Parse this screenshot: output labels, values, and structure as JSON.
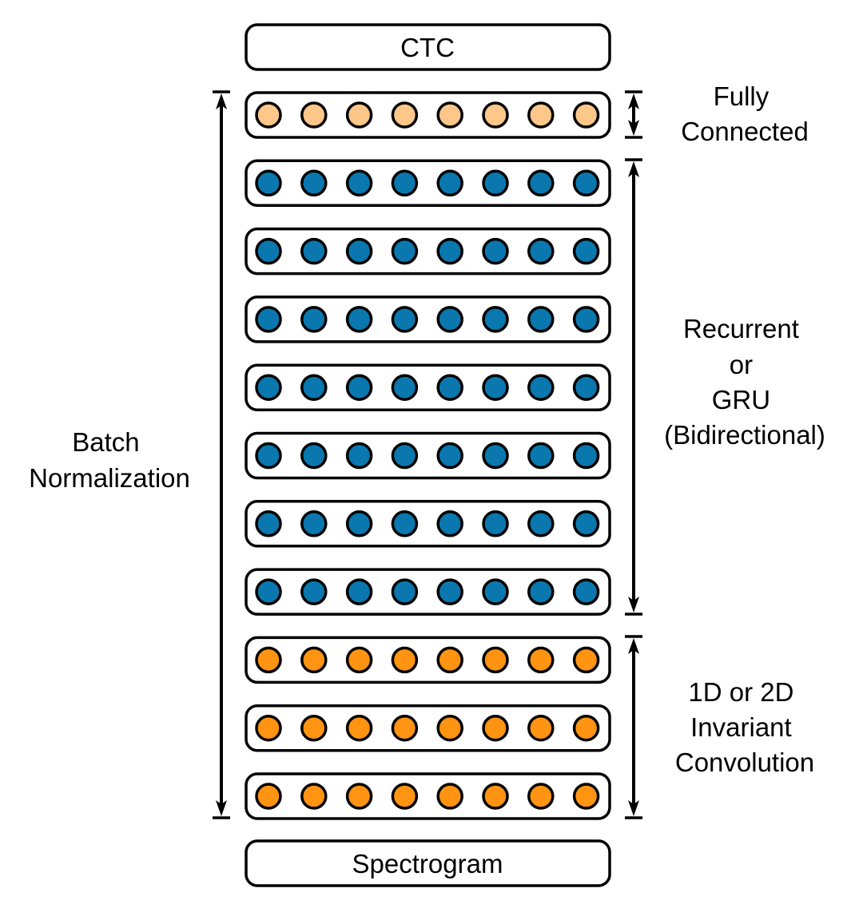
{
  "top_block": {
    "label": "CTC"
  },
  "bottom_block": {
    "label": "Spectrogram"
  },
  "colors": {
    "fully_connected": "#FDC78A",
    "recurrent": "#0A78AE",
    "convolution": "#FF9412"
  },
  "neurons_per_layer": 8,
  "layers": [
    {
      "group": "fully_connected"
    },
    {
      "group": "recurrent"
    },
    {
      "group": "recurrent"
    },
    {
      "group": "recurrent"
    },
    {
      "group": "recurrent"
    },
    {
      "group": "recurrent"
    },
    {
      "group": "recurrent"
    },
    {
      "group": "recurrent"
    },
    {
      "group": "convolution"
    },
    {
      "group": "convolution"
    },
    {
      "group": "convolution"
    }
  ],
  "annotations": {
    "left": {
      "lines": [
        "Batch",
        "Normalization"
      ]
    },
    "fully_connected": {
      "lines": [
        "Fully",
        "Connected"
      ]
    },
    "recurrent": {
      "lines": [
        "Recurrent",
        "or",
        "GRU",
        "(Bidirectional)"
      ]
    },
    "convolution": {
      "lines": [
        "1D or 2D",
        "Invariant",
        "Convolution"
      ]
    }
  }
}
